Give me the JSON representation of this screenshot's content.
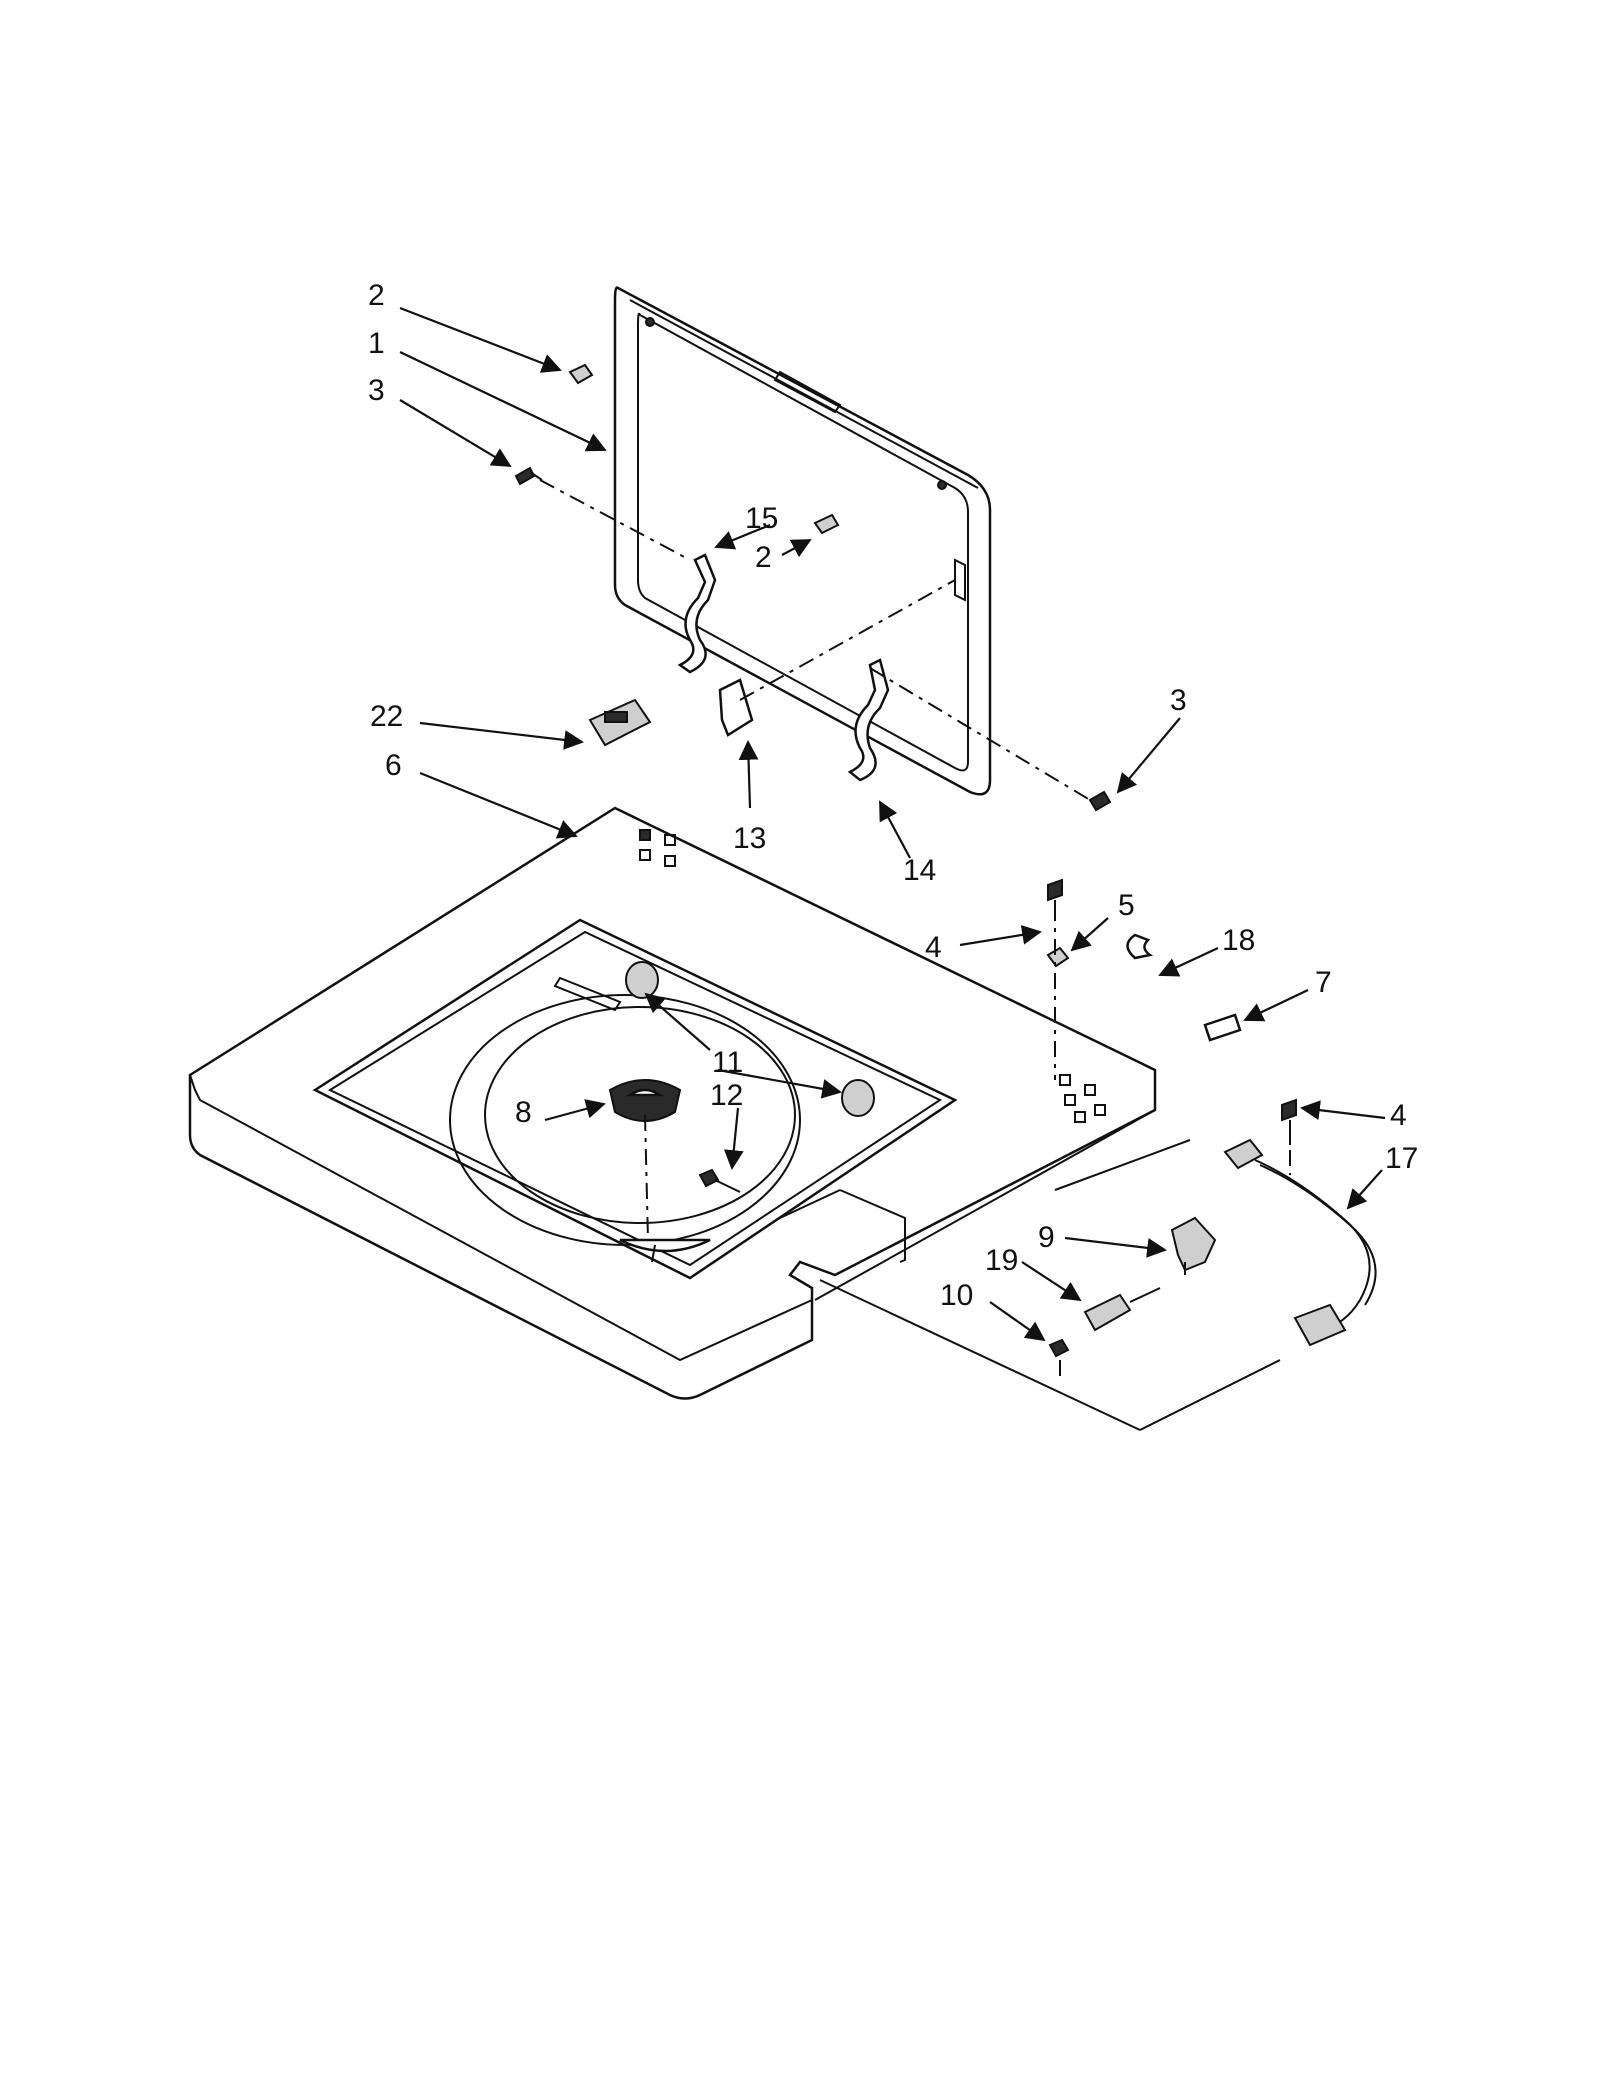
{
  "diagram": {
    "callouts": {
      "c1": "1",
      "c2a": "2",
      "c2b": "2",
      "c3a": "3",
      "c3b": "3",
      "c4a": "4",
      "c4b": "4",
      "c5": "5",
      "c6": "6",
      "c7": "7",
      "c8": "8",
      "c9": "9",
      "c10": "10",
      "c11": "11",
      "c12": "12",
      "c13": "13",
      "c14": "14",
      "c15": "15",
      "c17": "17",
      "c18": "18",
      "c19": "19",
      "c22": "22"
    }
  }
}
